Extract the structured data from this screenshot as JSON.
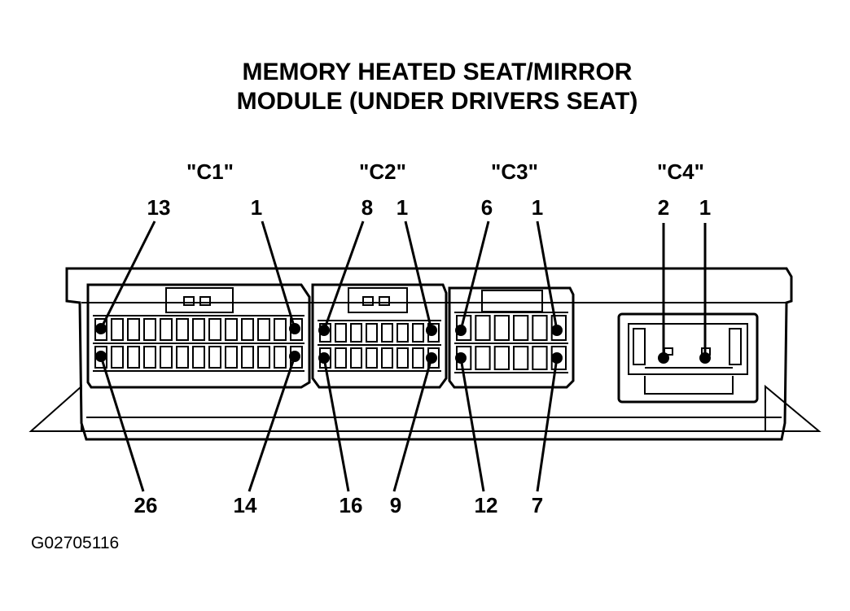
{
  "title_line1": "MEMORY HEATED SEAT/MIRROR",
  "title_line2": "MODULE  (UNDER DRIVERS SEAT)",
  "connectors": [
    {
      "label": "\"C1\"",
      "top_left": "13",
      "top_right": "1",
      "bottom_left": "26",
      "bottom_right": "14"
    },
    {
      "label": "\"C2\"",
      "top_left": "8",
      "top_right": "1",
      "bottom_left": "16",
      "bottom_right": "9"
    },
    {
      "label": "\"C3\"",
      "top_left": "6",
      "top_right": "1",
      "bottom_left": "12",
      "bottom_right": "7"
    },
    {
      "label": "\"C4\"",
      "top_left": "2",
      "top_right": "1"
    }
  ],
  "figure_code": "G02705116"
}
